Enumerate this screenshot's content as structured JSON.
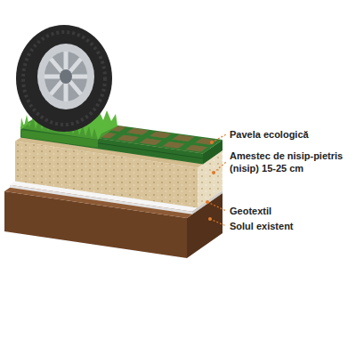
{
  "diagram": {
    "labels": [
      "Pavela ecologică",
      "Amestec de nisip-pietris (nisip) 15-25 cm",
      "Geotextil",
      "Solul existent"
    ]
  }
}
